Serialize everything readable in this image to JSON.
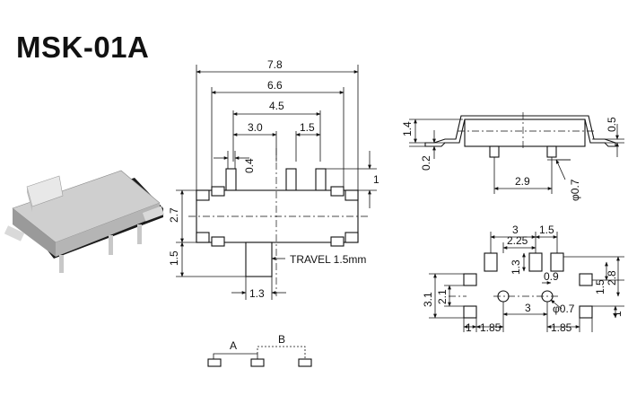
{
  "model": "MSK-01A",
  "top_view": {
    "w_total": "7.8",
    "w_inner": "6.6",
    "w_mid": "4.5",
    "pitch_a": "3.0",
    "pitch_b": "1.5",
    "pin_w": "0.4",
    "pin_h": "1",
    "body_h": "2.7",
    "actuator_h": "1.5",
    "actuator_w": "1.3",
    "travel": "TRAVEL 1.5mm"
  },
  "side_view": {
    "height": "1.4",
    "thickness": "0.5",
    "pin_offset": "0.2",
    "peg_pitch": "2.9",
    "peg_dia": "φ0.7"
  },
  "pcb": {
    "pitch_a": "3",
    "pitch_b": "1.5",
    "pitch_c": "2.25",
    "pad_h": "1.3",
    "gap": "0.9",
    "hole_dia": "φ0.7",
    "pad_pitch_v": "1.5",
    "total_h": "2.8",
    "mount_v1": "3.1",
    "mount_v2": "2.1",
    "pad_1": "1",
    "mount_h1": "1.85",
    "hole_pitch": "3",
    "mount_h2": "1.85",
    "pad_2": "1"
  },
  "schematic": {
    "pos_a": "A",
    "pos_b": "B"
  }
}
